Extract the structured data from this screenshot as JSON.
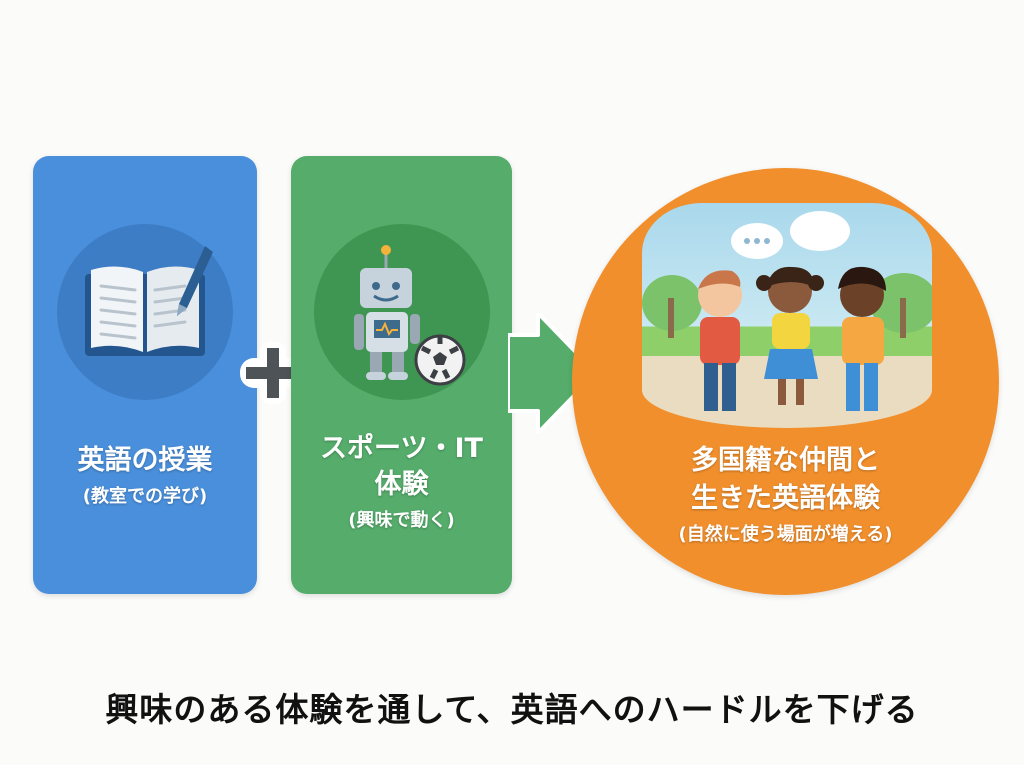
{
  "cards": [
    {
      "id": "classroom",
      "title": "英語の授業",
      "subtitle": "(教室での学び)",
      "icon": "book-with-pen-icon",
      "color": "#4a8fdb"
    },
    {
      "id": "sports-it",
      "title_line1": "スポーツ・IT",
      "title_line2": "体験",
      "subtitle": "(興味で動く)",
      "icon": "robot-with-soccer-ball-icon",
      "color": "#55ac6b"
    }
  ],
  "connectors": {
    "plus": "+",
    "arrow": "arrow-right"
  },
  "result": {
    "title_line1": "多国籍な仲間と",
    "title_line2": "生きた英語体験",
    "subtitle": "(自然に使う場面が増える)",
    "illustration": "children-talking-in-park",
    "speech_bubble_text": "•••",
    "color": "#f18f2c"
  },
  "caption": "興味のある体験を通して、英語へのハードルを下げる"
}
